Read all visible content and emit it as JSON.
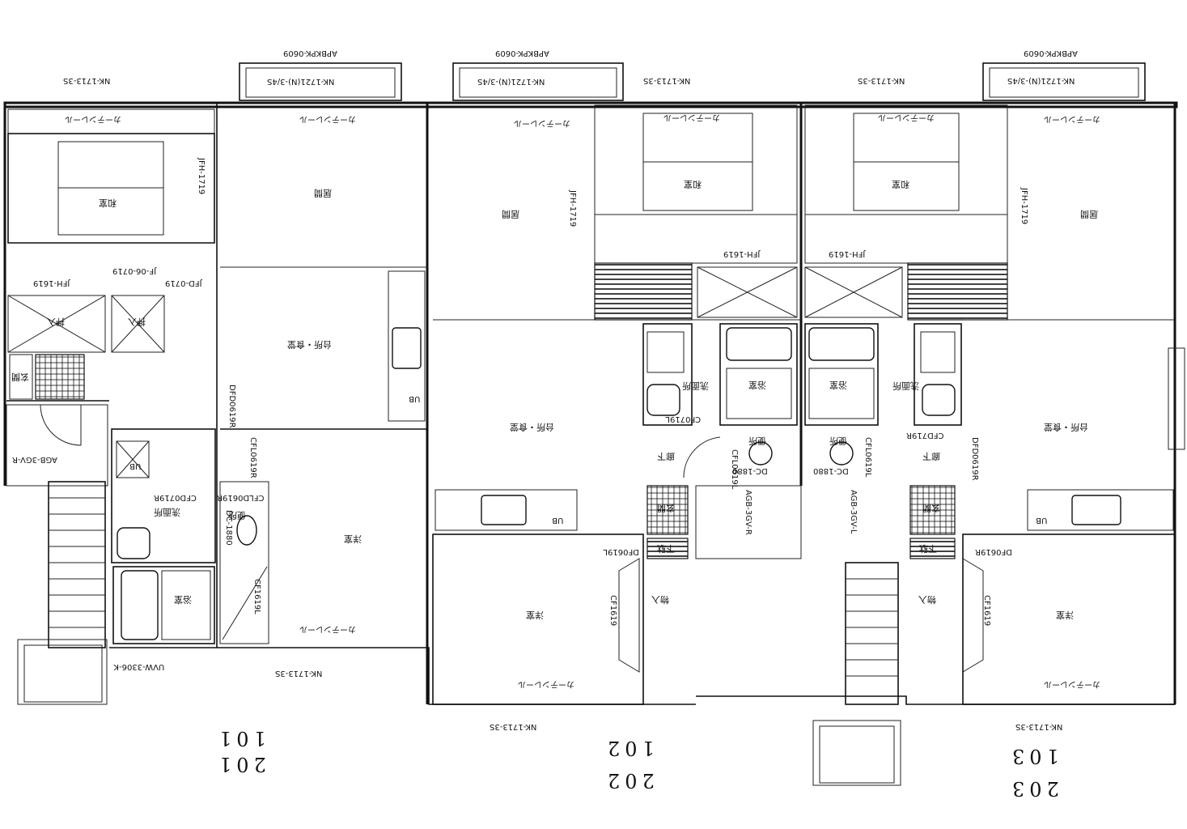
{
  "window_labels": {
    "top": [
      {
        "text": "NK-1713-3S"
      },
      {
        "text": "APBKPK-0609"
      },
      {
        "text": "NK-1721(N)-3/4S"
      },
      {
        "text": "APBKPK-0609"
      },
      {
        "text": "NK-1721(N)-3/4S"
      },
      {
        "text": "NK-1713-3S"
      },
      {
        "text": "NK-1713-3S"
      },
      {
        "text": "APBKPK-0609"
      },
      {
        "text": "NK-1721(N)-3/4S"
      }
    ],
    "bottom": [
      {
        "text": "UVW-3306-K"
      },
      {
        "text": "NK-1713-3S"
      },
      {
        "text": "NK-1713-3S"
      },
      {
        "text": "NK-1713-3S"
      }
    ]
  },
  "curtain_rail": "カーテンレール",
  "rooms": [
    {
      "text": "和室"
    },
    {
      "text": "居間"
    },
    {
      "text": "台所・食堂"
    },
    {
      "text": "洋室"
    },
    {
      "text": "押入"
    },
    {
      "text": "押入"
    },
    {
      "text": "玄関"
    },
    {
      "text": "浴室"
    },
    {
      "text": "洗面所"
    },
    {
      "text": "便所"
    },
    {
      "text": "居間"
    },
    {
      "text": "和室"
    },
    {
      "text": "台所・食堂"
    },
    {
      "text": "洋室"
    },
    {
      "text": "洗面所"
    },
    {
      "text": "浴室"
    },
    {
      "text": "便所"
    },
    {
      "text": "廊下"
    },
    {
      "text": "物入"
    },
    {
      "text": "玄関"
    },
    {
      "text": "下駄"
    },
    {
      "text": "和室"
    },
    {
      "text": "浴室"
    },
    {
      "text": "洗面所"
    },
    {
      "text": "便所"
    },
    {
      "text": "廊下"
    },
    {
      "text": "玄関"
    },
    {
      "text": "物入"
    },
    {
      "text": "下駄"
    },
    {
      "text": "居間"
    },
    {
      "text": "台所・食堂"
    },
    {
      "text": "洋室"
    }
  ],
  "door_codes": [
    {
      "text": "JFH-1719"
    },
    {
      "text": "JF-06-0719"
    },
    {
      "text": "JFD-0719"
    },
    {
      "text": "JFH-1619"
    },
    {
      "text": "AGB-3GV-R"
    },
    {
      "text": "CFD0719R"
    },
    {
      "text": "CFLD0619R"
    },
    {
      "text": "DC-1880"
    },
    {
      "text": "CFL0619R"
    },
    {
      "text": "CF1619L"
    },
    {
      "text": "DFD0619R"
    },
    {
      "text": "JFH-1719"
    },
    {
      "text": "JFH-1619"
    },
    {
      "text": "CF0719L"
    },
    {
      "text": "DC-1880"
    },
    {
      "text": "CFL0619L"
    },
    {
      "text": "DF0619L"
    },
    {
      "text": "CF1619"
    },
    {
      "text": "AGB-3GV-R"
    },
    {
      "text": "JFH-1619"
    },
    {
      "text": "AGB-3GV-L"
    },
    {
      "text": "DC-1880"
    },
    {
      "text": "CFL0619L"
    },
    {
      "text": "CFD719R"
    },
    {
      "text": "DFD0619R"
    },
    {
      "text": "CF1619"
    },
    {
      "text": "DF0619R"
    },
    {
      "text": "JFH-1719"
    }
  ],
  "unit_numbers": [
    {
      "text": "101"
    },
    {
      "text": "201"
    },
    {
      "text": "102"
    },
    {
      "text": "202"
    },
    {
      "text": "103"
    },
    {
      "text": "203"
    }
  ],
  "appliance": "UB"
}
